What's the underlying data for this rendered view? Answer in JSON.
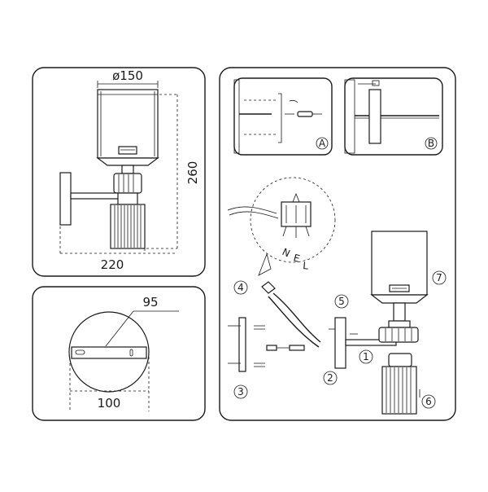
{
  "dimensions": {
    "shade_diameter": "ø150",
    "height": "260",
    "projection": "220",
    "base_width": "100",
    "mount_spacing": "95"
  },
  "detail_labels": {
    "a": "A",
    "b": "B"
  },
  "wire_letters": {
    "n": "N",
    "e": "E",
    "l": "L"
  },
  "step_numbers": [
    "1",
    "2",
    "3",
    "4",
    "5",
    "6",
    "7"
  ],
  "colors": {
    "line": "#1a1a1a",
    "background": "#ffffff"
  }
}
